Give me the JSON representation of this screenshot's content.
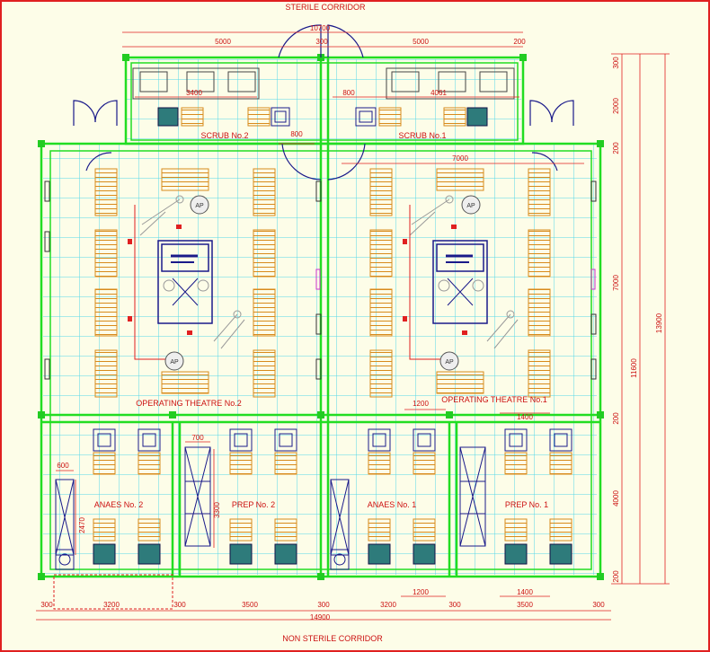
{
  "corridors": {
    "top": "STERILE CORRIDOR",
    "bottom": "NON STERILE CORRIDOR"
  },
  "rooms": {
    "scrub2": "SCRUB No.2",
    "scrub1": "SCRUB No.1",
    "ot2": "OPERATING THEATRE No.2",
    "ot1": "OPERATING THEATRE No.1",
    "anaes2": "ANAES No. 2",
    "prep2": "PREP No. 2",
    "anaes1": "ANAES No. 1",
    "prep1": "PREP No. 1"
  },
  "equipment": {
    "ap_label": "AP"
  },
  "dims": {
    "d10700": "10700",
    "d5000a": "5000",
    "d300a": "300",
    "d5000b": "5000",
    "d200a": "200",
    "d3400": "3400",
    "d800a": "800",
    "d4061": "4061",
    "d800b": "800",
    "d7000": "7000",
    "d700": "700",
    "d600": "600",
    "d2470": "2470",
    "d3300": "3300",
    "d1200a": "1200",
    "d1400a": "1400",
    "d1200b": "1200",
    "d1400b": "1400",
    "b300a": "300",
    "b3200a": "3200",
    "b300b": "300",
    "b3500a": "3500",
    "b300c": "300",
    "b3200b": "3200",
    "b300d": "300",
    "b3500b": "3500",
    "b300e": "300",
    "b14900": "14900",
    "r300": "300",
    "r2000": "2000",
    "r200a": "200",
    "r7000": "7000",
    "r200b": "200",
    "r4000": "4000",
    "r200c": "200",
    "r11600": "11600",
    "r13900": "13900"
  }
}
